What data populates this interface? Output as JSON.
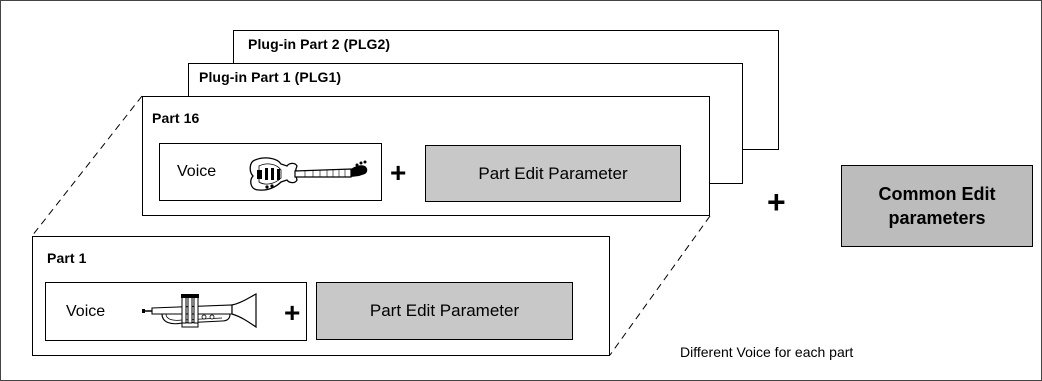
{
  "stack": {
    "plg2_title": "Plug-in Part 2 (PLG2)",
    "plg1_title": "Plug-in Part 1 (PLG1)",
    "part16": {
      "title": "Part 16",
      "voice_label": "Voice",
      "voice_icon": "electric-guitar-icon",
      "param_label": "Part Edit Parameter"
    },
    "part1": {
      "title": "Part 1",
      "voice_label": "Voice",
      "voice_icon": "trumpet-icon",
      "param_label": "Part Edit Parameter"
    }
  },
  "plus_symbol": "+",
  "common": {
    "line1": "Common Edit",
    "line2": "parameters"
  },
  "caption": "Different Voice for each part",
  "colors": {
    "param_fill": "#c8c8c8",
    "common_fill": "#bcbcbc"
  }
}
